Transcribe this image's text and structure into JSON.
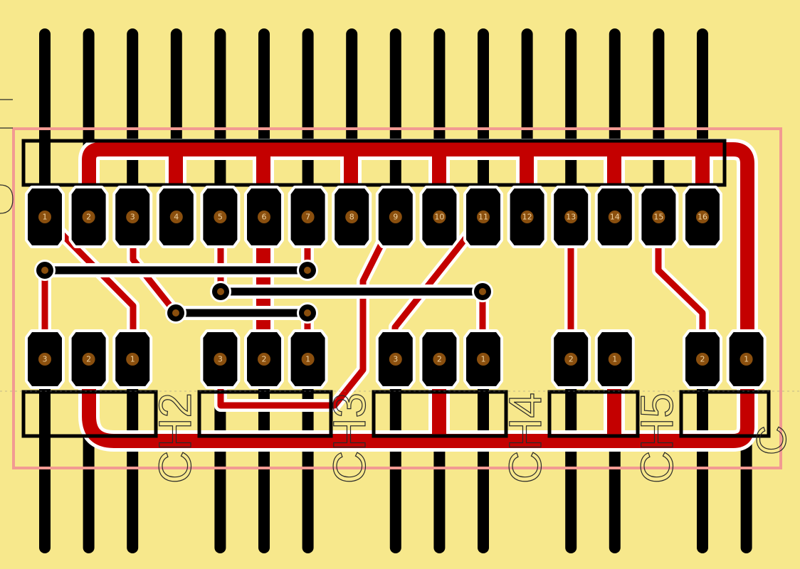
{
  "board": {
    "colors": {
      "background": "#f7e88c",
      "outline": "#f29a92",
      "copper_top": "#c40000",
      "copper_bottom": "#000000",
      "clearance": "#ffffff",
      "drill": "#8a4f0e",
      "silkscreen": "#000000"
    }
  },
  "main_connector": {
    "pins": [
      "1",
      "2",
      "3",
      "4",
      "5",
      "6",
      "7",
      "8",
      "9",
      "10",
      "11",
      "12",
      "13",
      "14",
      "15",
      "16"
    ]
  },
  "small_connectors": [
    {
      "ref": "",
      "pins": [
        "3",
        "2",
        "1"
      ]
    },
    {
      "ref": "CH2",
      "pins": [
        "3",
        "2",
        "1"
      ]
    },
    {
      "ref": "CH3",
      "pins": [
        "3",
        "2",
        "1"
      ]
    },
    {
      "ref": "CH4",
      "pins": [
        "2",
        "1"
      ]
    },
    {
      "ref": "CH5",
      "pins": [
        "2",
        "1"
      ]
    }
  ],
  "edge_text": {
    "partial_right": "C"
  }
}
